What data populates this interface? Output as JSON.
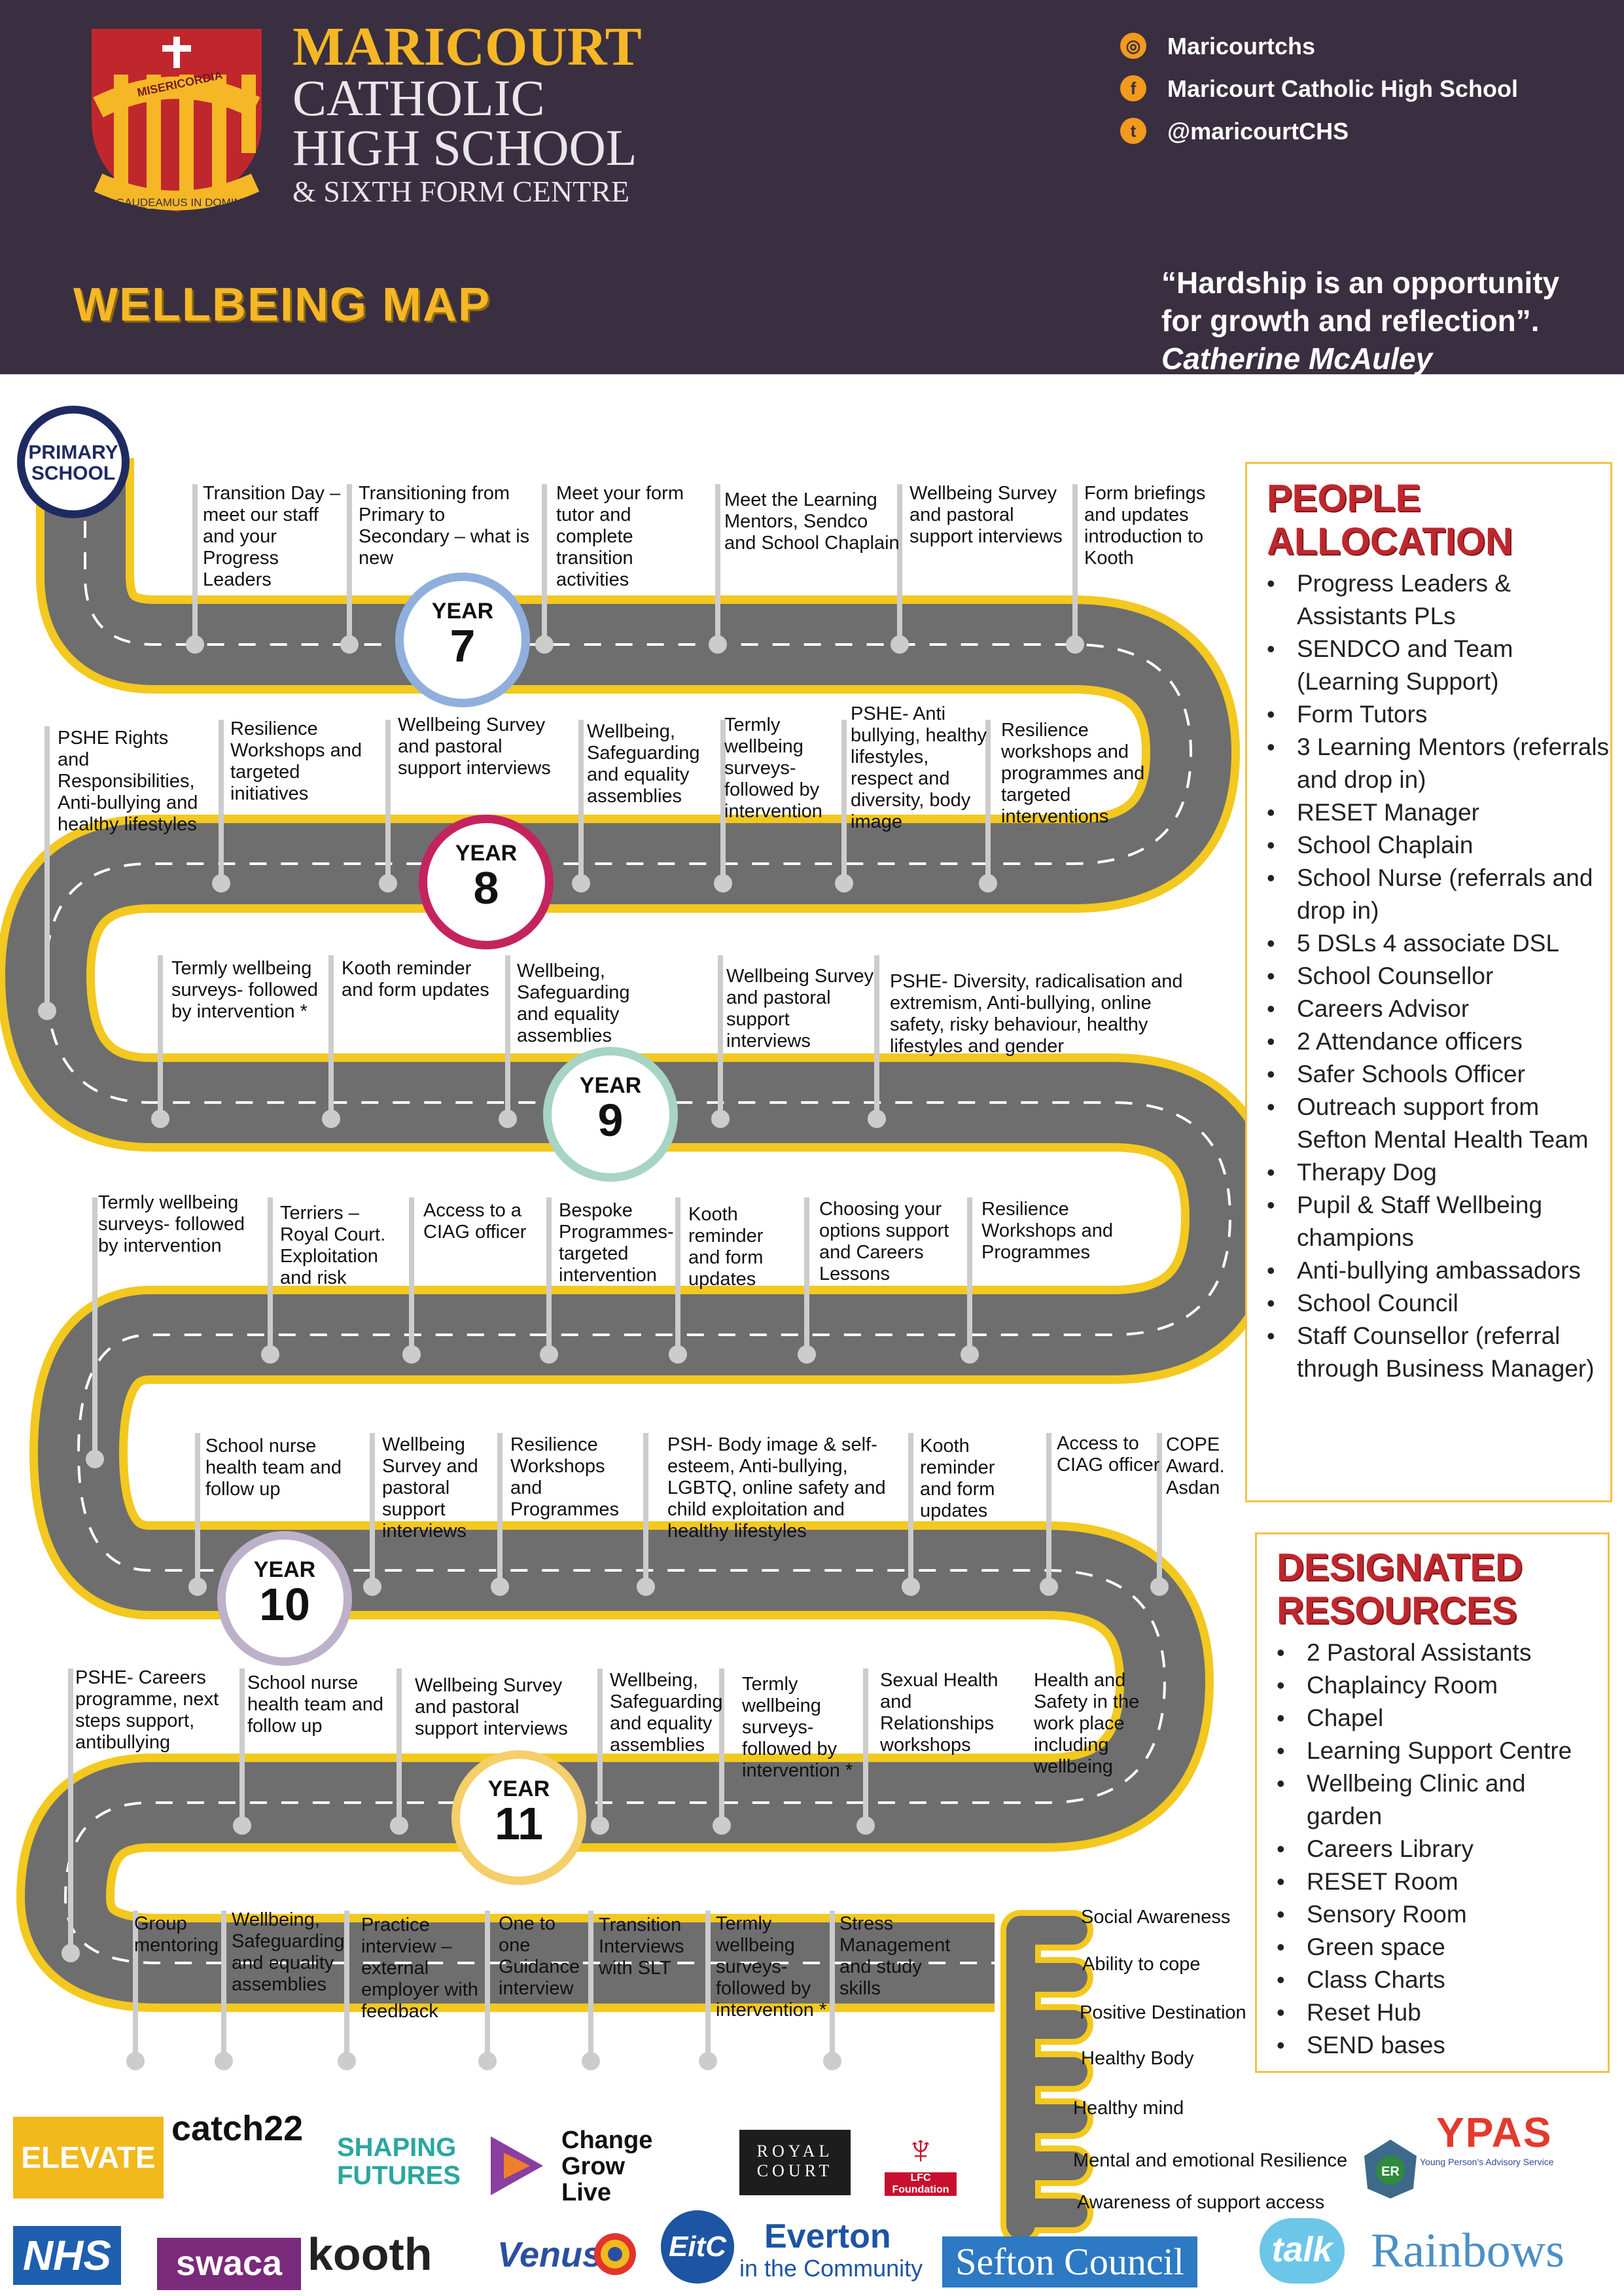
{
  "header": {
    "school_line1": "MARICOURT",
    "school_line2": "CATHOLIC",
    "school_line3": "HIGH SCHOOL",
    "school_line4": "& SIXTH FORM CENTRE",
    "crest_motto_top": "MISERICORDIA",
    "crest_motto_bottom": "GAUDEAMUS IN DOMINO",
    "map_title": "WELLBEING MAP",
    "social": [
      {
        "icon": "instagram-icon",
        "label": "Maricourtchs"
      },
      {
        "icon": "facebook-icon",
        "label": "Maricourt Catholic High School"
      },
      {
        "icon": "twitter-icon",
        "label": "@maricourtCHS"
      }
    ],
    "quote_line1": "“Hardship is an opportunity",
    "quote_line2": "for growth and reflection”.",
    "quote_author": "Catherine McAuley"
  },
  "road": {
    "start": "PRIMARY SCHOOL",
    "years": [
      {
        "title": "YEAR",
        "number": "7",
        "color": "#8fb0dc"
      },
      {
        "title": "YEAR",
        "number": "8",
        "color": "#c4245e"
      },
      {
        "title": "YEAR",
        "number": "9",
        "color": "#a8d4c3"
      },
      {
        "title": "YEAR",
        "number": "10",
        "color": "#bdb1c9"
      },
      {
        "title": "YEAR",
        "number": "11",
        "color": "#f4cf6a"
      }
    ],
    "row1": [
      "Transition Day – meet our staff and your Progress Leaders",
      "Transitioning from Primary to Secondary – what is new",
      "Meet your form tutor and complete transition activities",
      "Meet the Learning Mentors, Sendco and School Chaplain",
      "Wellbeing Survey and pastoral support interviews",
      "Form briefings and updates introduction to Kooth"
    ],
    "row2": [
      "PSHE Rights and Responsibilities, Anti-bullying and healthy lifestyles",
      "Resilience Workshops and targeted initiatives",
      "Wellbeing Survey and pastoral support interviews",
      "Wellbeing, Safeguarding and equality assemblies",
      "Termly wellbeing surveys- followed by intervention",
      "PSHE- Anti bullying, healthy lifestyles, respect and diversity, body image",
      "Resilience workshops and programmes and targeted interventions"
    ],
    "row3": [
      "Termly wellbeing surveys- followed by intervention *",
      "Kooth reminder and form updates",
      "Wellbeing, Safeguarding and equality assemblies",
      "Wellbeing Survey and pastoral support interviews",
      "PSHE- Diversity, radicalisation and extremism, Anti-bullying, online safety, risky behaviour, healthy lifestyles and gender"
    ],
    "row4": [
      "Termly wellbeing surveys- followed by intervention",
      "Terriers – Royal Court. Exploitation and risk",
      "Access to a CIAG officer",
      "Bespoke Programmes- targeted intervention",
      "Kooth reminder and form updates",
      "Choosing your options support and Careers Lessons",
      "Resilience Workshops and Programmes"
    ],
    "row5": [
      "School nurse health team and follow up",
      "Wellbeing Survey and pastoral support interviews",
      "Resilience Workshops and Programmes",
      "PSH- Body image & self-esteem, Anti-bullying, LGBTQ, online safety and child exploitation and healthy lifestyles",
      "Kooth reminder and form updates",
      "Access to CIAG officer",
      "COPE Award. Asdan"
    ],
    "row6": [
      "PSHE- Careers programme, next steps support, antibullying",
      "School nurse health team and follow up",
      "Wellbeing Survey and pastoral support interviews",
      "Wellbeing, Safeguarding and equality assemblies",
      "Termly wellbeing surveys- followed by intervention *",
      "Sexual Health and Relationships workshops",
      "Health and Safety in the work place including wellbeing"
    ],
    "row7": [
      "Group mentoring",
      "Wellbeing, Safeguarding and equality assemblies",
      "Practice interview – external employer with feedback",
      "One to one Guidance interview",
      "Transition Interviews with SLT",
      "Termly wellbeing surveys- followed by intervention *",
      "Stress Management and study skills"
    ],
    "outcomes": [
      "Social Awareness",
      "Ability to cope",
      "Positive Destination",
      "Healthy Body",
      "Healthy mind",
      "Mental and emotional Resilience",
      "Awareness of support access"
    ]
  },
  "people": {
    "title_line1": "PEOPLE",
    "title_line2": "ALLOCATION",
    "items": [
      "Progress Leaders & Assistants PLs",
      "SENDCO and Team (Learning Support)",
      "Form Tutors",
      "3 Learning Mentors (referrals and drop in)",
      "RESET Manager",
      "School Chaplain",
      "School Nurse (referrals and drop in)",
      "5 DSLs 4 associate DSL",
      "School Counsellor",
      "Careers Advisor",
      "2 Attendance officers",
      "Safer Schools Officer",
      "Outreach support from Sefton Mental Health Team",
      "Therapy Dog",
      "Pupil & Staff Wellbeing champions",
      "Anti-bullying ambassadors",
      "School Council",
      "Staff Counsellor (referral through Business Manager)"
    ]
  },
  "resources": {
    "title_line1": "DESIGNATED",
    "title_line2": "RESOURCES",
    "items": [
      "2 Pastoral Assistants",
      "Chaplaincy Room",
      "Chapel",
      "Learning Support Centre",
      "Wellbeing Clinic and garden",
      "Careers Library",
      "RESET Room",
      "Sensory Room",
      "Green space",
      "Class Charts",
      "Reset Hub",
      "SEND bases"
    ]
  },
  "logos": {
    "elevate": "ELEVATE",
    "catch22": "catch22",
    "shaping1": "SHAPING",
    "shaping2": "FUTURES",
    "change1": "Change",
    "change2": "Grow",
    "change3": "Live",
    "royal1": "ROYAL",
    "royal2": "COURT",
    "lfc": "LFC Foundation",
    "ypas": "YPAS",
    "ypas_sub": "Young Person's Advisory Service",
    "nhs": "NHS",
    "swaca": "swaca",
    "kooth": "kooth",
    "venus": "Venus",
    "eitc": "EitC",
    "everton1": "Everton",
    "everton2": "in the Community",
    "sefton": "Sefton Council",
    "talk": "talk",
    "rainbows": "Rainbows"
  },
  "colors": {
    "header_bg": "#3a2f40",
    "gold": "#f6b726",
    "road": "#6e6e6e",
    "road_edge": "#f3c81f",
    "title_red": "#c0272d"
  }
}
